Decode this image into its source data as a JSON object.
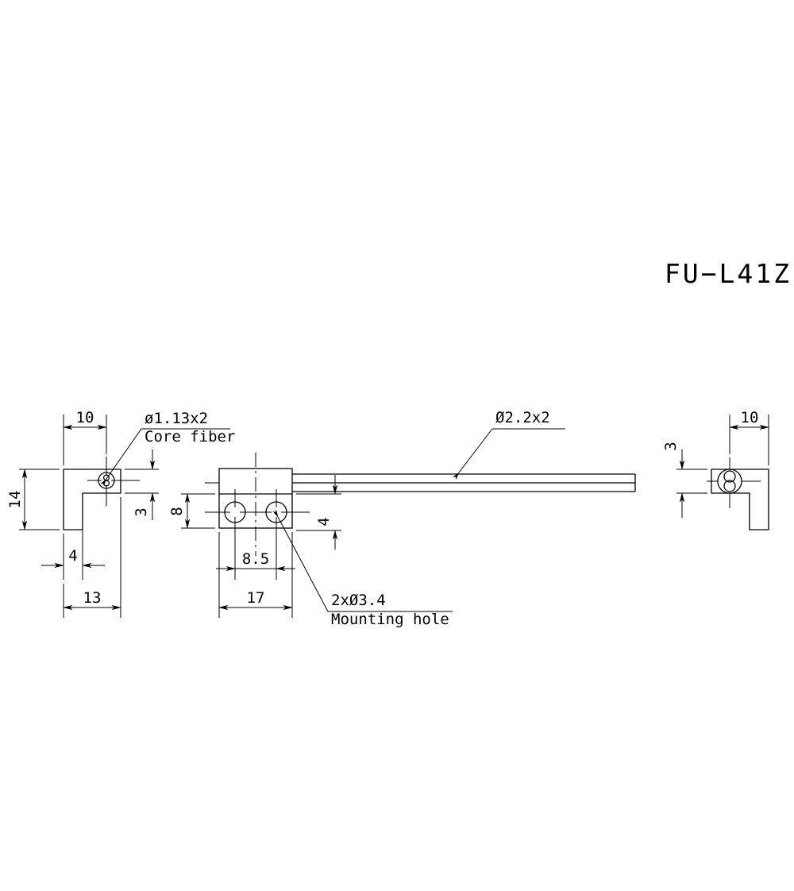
{
  "drawing": {
    "title": "FU−L41Z",
    "line_color": "#000000",
    "background_color": "#ffffff",
    "views": {
      "left": {
        "name": "side-view-left",
        "dimensions": {
          "width_top": "10",
          "height_total": "14",
          "thickness_top": "3",
          "leg_width": "4",
          "depth_total": "13"
        },
        "callout": {
          "line1": "ø1.13x2",
          "line2": "Core fiber"
        }
      },
      "middle": {
        "name": "front-view-middle",
        "dimensions": {
          "hole_spacing": "8.5",
          "body_width": "17",
          "height_lower": "8",
          "edge_to_hole": "4"
        },
        "callout": {
          "line1": "2xØ3.4",
          "line2": "Mounting hole"
        },
        "cable_callout": "Ø2.2x2"
      },
      "right": {
        "name": "side-view-right",
        "dimensions": {
          "width_top": "10",
          "thickness_top": "3"
        }
      }
    }
  }
}
